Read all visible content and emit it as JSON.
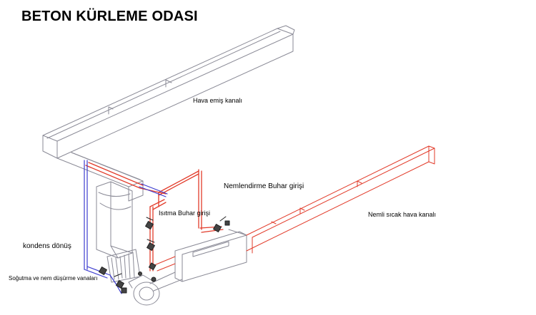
{
  "title": "BETON KÜRLEME ODASI",
  "labels": {
    "intake_duct": "Hava emiş kanalı",
    "humid_steam_inlet": "Nemlendirme Buhar girişi",
    "heating_steam_inlet": "Isıtma Buhar girişi",
    "humid_hot_air_duct": "Nemli sıcak hava kanalı",
    "condensate_return": "kondens dönüş",
    "cooling_valves": "Soğutma ve nem düşürme vanaları"
  },
  "colors": {
    "supply_line": "#e23b2a",
    "return_line": "#3c3ccf",
    "outline": "#8a8a96"
  }
}
